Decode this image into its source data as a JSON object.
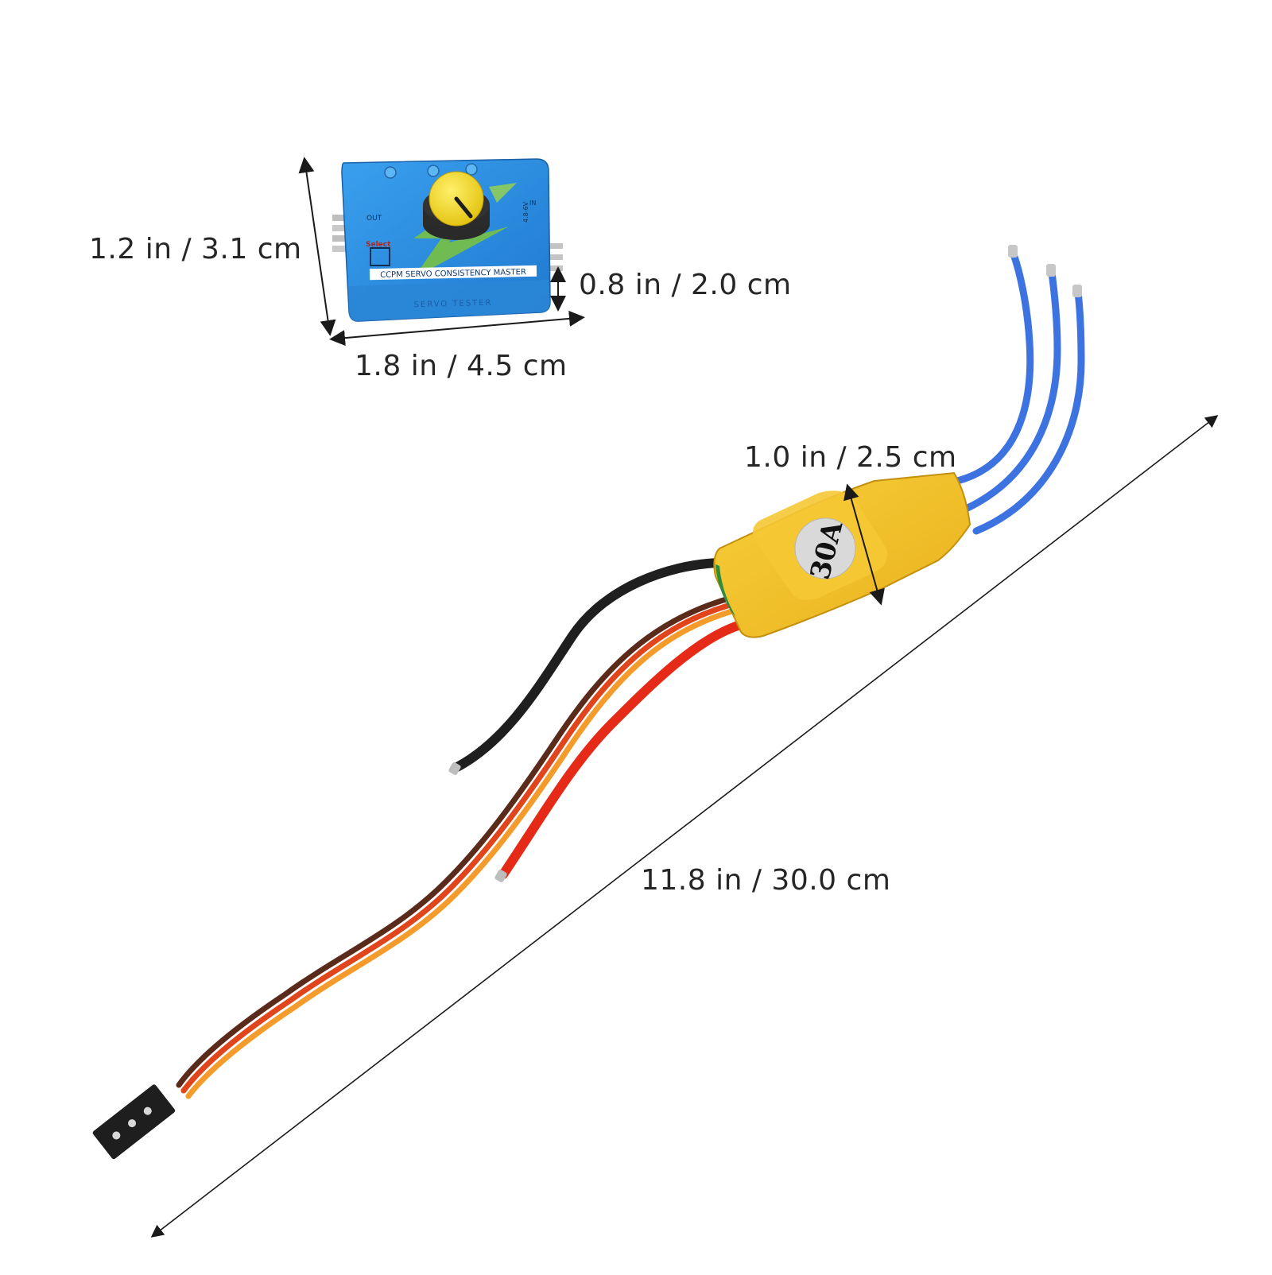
{
  "dimensions": {
    "tester_height": "1.2 in / 3.1 cm",
    "tester_width": "1.8 in / 4.5 cm",
    "tester_depth": "0.8 in / 2.0 cm",
    "esc_width": "1.0 in / 2.5 cm",
    "cable_length": "11.8 in / 30.0 cm"
  },
  "servo_tester": {
    "panel_text": "CCPM SERVO CONSISTENCY MASTER",
    "side_text": "SERVO TESTER",
    "out_label": "OUT",
    "in_label": "IN",
    "voltage_label": "4.8-6V",
    "select_label": "Select",
    "body_color": "#2f8fe0",
    "knob_color": "#f2d81e"
  },
  "esc": {
    "rating": "30A",
    "body_color": "#f3c22b",
    "motor_wire_color": "#3d73e0",
    "power_wire_colors": [
      "#e62a18",
      "#222222"
    ],
    "signal_wire_colors": [
      "#f59b2b",
      "#e0451c",
      "#5a2a1a"
    ]
  },
  "colors": {
    "arrow": "#1a1a1a",
    "label": "#262626"
  }
}
